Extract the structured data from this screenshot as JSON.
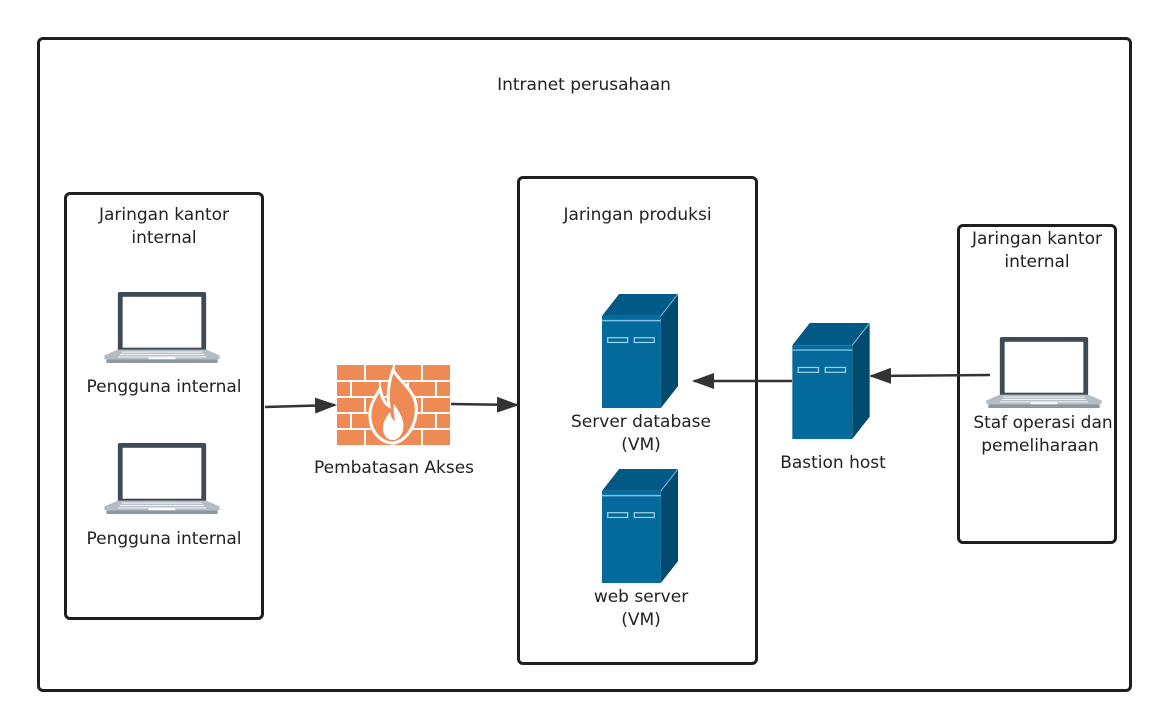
{
  "diagram": {
    "outer_title": "Intranet perusahaan",
    "left_group": {
      "title_line1": "Jaringan kantor",
      "title_line2": "internal"
    },
    "users": [
      {
        "label": "Pengguna internal"
      },
      {
        "label": "Pengguna internal"
      }
    ],
    "firewall": {
      "label": "Pembatasan Akses",
      "icon": "firewall-icon"
    },
    "prod_group": {
      "title": "Jaringan produksi"
    },
    "servers": [
      {
        "label_line1": "Server database",
        "label_line2": "(VM)"
      },
      {
        "label_line1": "web server",
        "label_line2": "(VM)"
      }
    ],
    "bastion": {
      "label": "Bastion host"
    },
    "right_group": {
      "title_line1": "Jaringan kantor",
      "title_line2": "internal",
      "ops_line1": "Staf operasi dan",
      "ops_line2": "pemeliharaan"
    },
    "colors": {
      "server": "#04699b",
      "firewall": "#f08a55",
      "laptop": "#3f4a55",
      "border": "#1e1e1e"
    }
  }
}
